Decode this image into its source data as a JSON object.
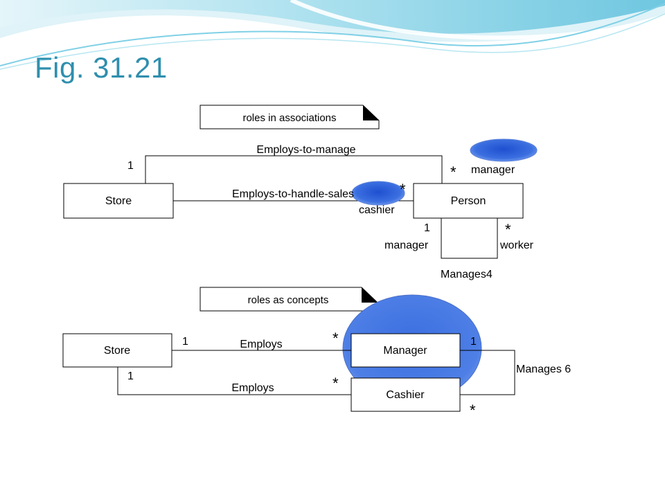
{
  "slide": {
    "title": "Fig. 31.21",
    "theme_colors": {
      "wave_light": "#c9ecf3",
      "wave_mid": "#7fd0e6",
      "title": "#2f8fae",
      "highlight": "#2f64d6"
    }
  },
  "top_diagram": {
    "note": "roles in associations",
    "store_label": "Store",
    "person_label": "Person",
    "assoc_manage_label": "Employs-to-manage",
    "assoc_sales_label": "Employs-to-handle-sales",
    "mult_store_manage": "1",
    "mult_person_manage": "*",
    "role_manager": "manager",
    "mult_person_sales": "*",
    "role_cashier": "cashier",
    "self_mult_one": "1",
    "self_role_manager": "manager",
    "self_mult_many": "*",
    "self_role_worker": "worker",
    "self_assoc_label": "Manages4"
  },
  "bottom_diagram": {
    "note": "roles as concepts",
    "store_label": "Store",
    "manager_label": "Manager",
    "cashier_label": "Cashier",
    "employs_manager_label": "Employs",
    "employs_cashier_label": "Employs",
    "mult_store_manager": "1",
    "mult_manager_star": "*",
    "mult_store_cashier": "1",
    "mult_cashier_star": "*",
    "manages_label": "Manages 6",
    "manages_mult_one": "1",
    "manages_mult_many": "*"
  }
}
